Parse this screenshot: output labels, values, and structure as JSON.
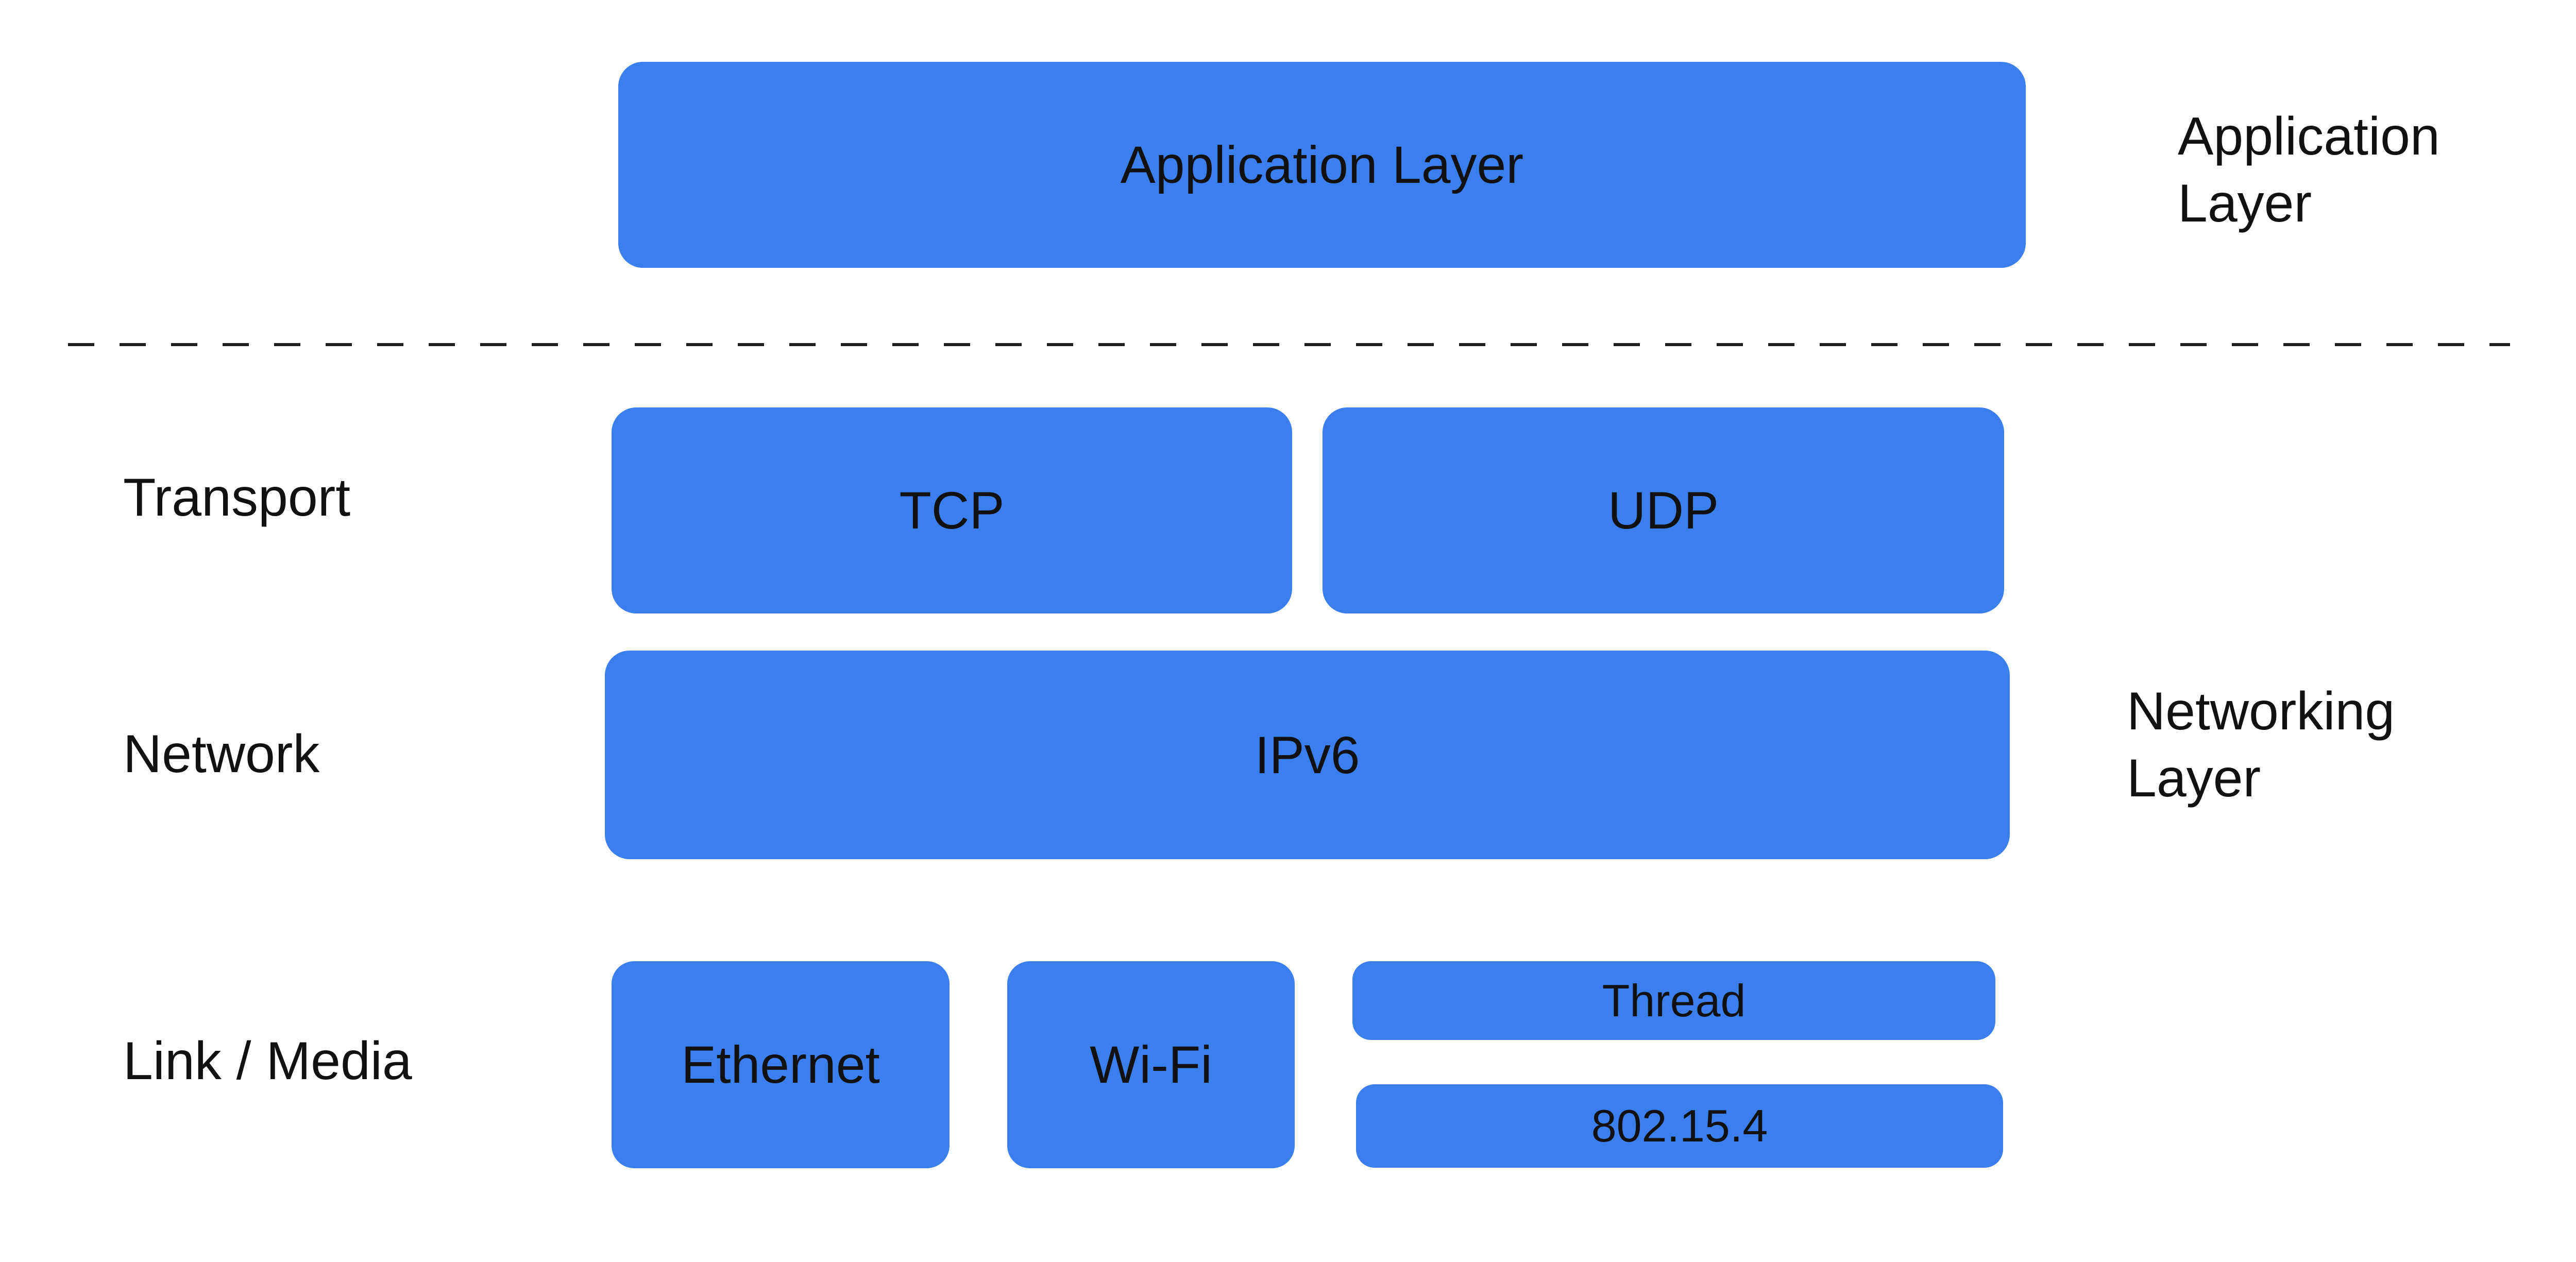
{
  "theme": {
    "background": "#ffffff",
    "accent_blue": "#3a7fed",
    "text_color": "#111111",
    "line_color": "#1f1f1f"
  },
  "stack_boxes": {
    "application": "Application Layer",
    "tcp": "TCP",
    "udp": "UDP",
    "ipv6": "IPv6",
    "ethernet": "Ethernet",
    "wifi": "Wi-Fi",
    "thread": "Thread",
    "ieee_802_15_4": "802.15.4"
  },
  "row_labels": {
    "transport": "Transport",
    "network": "Network",
    "link_media": "Link / Media"
  },
  "side_labels": {
    "application_layer": [
      "Application",
      "Layer"
    ],
    "networking_layer": [
      "Networking",
      "Layer"
    ]
  }
}
